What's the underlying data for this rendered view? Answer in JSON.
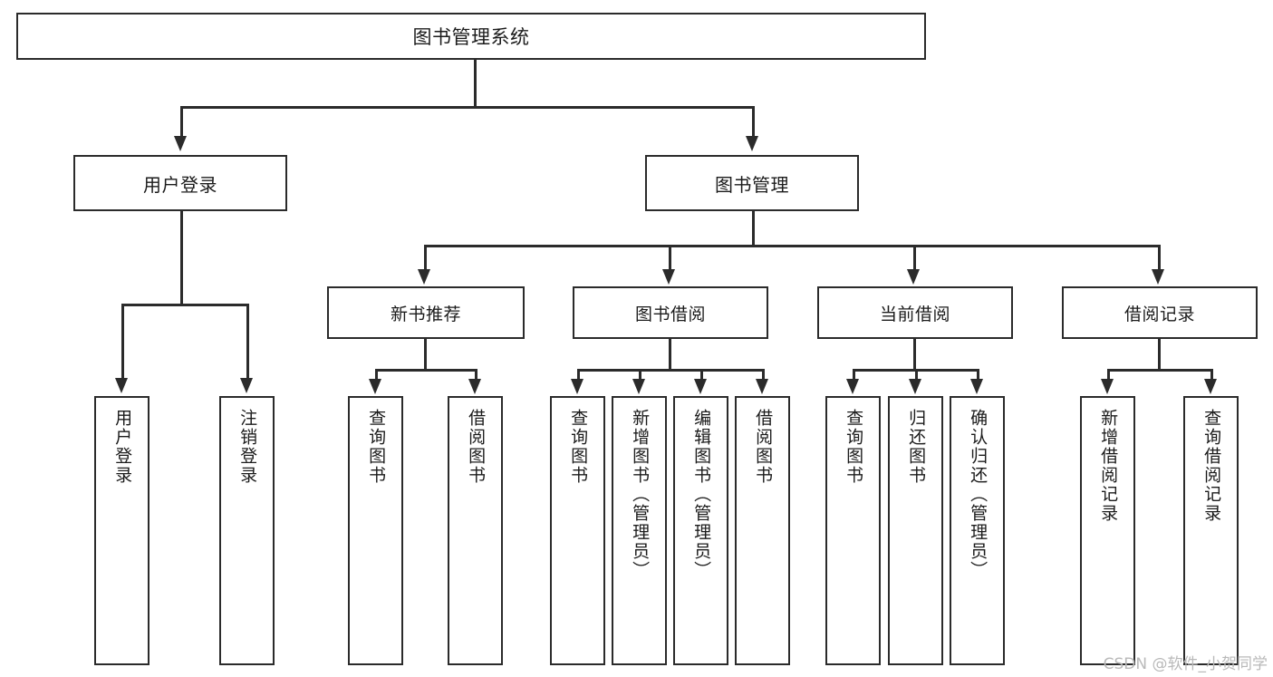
{
  "diagram": {
    "title": "图书管理系统",
    "type": "功能结构图",
    "root": {
      "label": "图书管理系统"
    },
    "level2": [
      {
        "label": "用户登录"
      },
      {
        "label": "图书管理"
      }
    ],
    "level3": [
      {
        "label": "新书推荐"
      },
      {
        "label": "图书借阅"
      },
      {
        "label": "当前借阅"
      },
      {
        "label": "借阅记录"
      }
    ],
    "leaves": [
      {
        "label": "用户登录",
        "parent": "用户登录"
      },
      {
        "label": "注销登录",
        "parent": "用户登录"
      },
      {
        "label": "查询图书",
        "parent": "新书推荐"
      },
      {
        "label": "借阅图书",
        "parent": "新书推荐"
      },
      {
        "label": "查询图书",
        "parent": "图书借阅"
      },
      {
        "label": "新增图书（管理员）",
        "parent": "图书借阅"
      },
      {
        "label": "编辑图书（管理员）",
        "parent": "图书借阅"
      },
      {
        "label": "借阅图书",
        "parent": "图书借阅"
      },
      {
        "label": "查询图书",
        "parent": "当前借阅"
      },
      {
        "label": "归还图书",
        "parent": "当前借阅"
      },
      {
        "label": "确认归还（管理员）",
        "parent": "当前借阅"
      },
      {
        "label": "新增借阅记录",
        "parent": "借阅记录"
      },
      {
        "label": "查询借阅记录",
        "parent": "借阅记录"
      }
    ],
    "watermark": "CSDN @软件_小贺同学",
    "colors": {
      "stroke": "#2b2b2b",
      "fill": "#ffffff",
      "text": "#1b1b1b",
      "watermark": "#b9b9b9"
    }
  }
}
